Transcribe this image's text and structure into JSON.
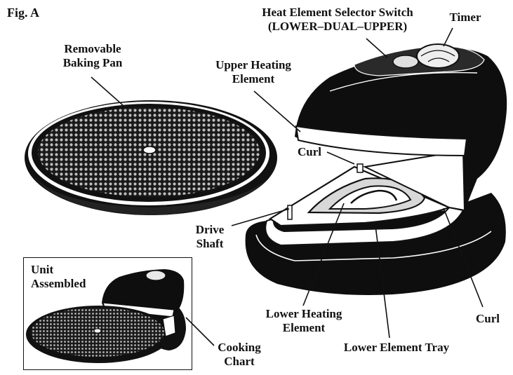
{
  "figure": {
    "title": "Fig. A"
  },
  "labels": {
    "heat_selector_line1": "Heat Element Selector Switch",
    "heat_selector_line2": "(LOWER–DUAL–UPPER)",
    "timer": "Timer",
    "removable_pan_line1": "Removable",
    "removable_pan_line2": "Baking Pan",
    "upper_heating_line1": "Upper Heating",
    "upper_heating_line2": "Element",
    "curl_top": "Curl",
    "drive_shaft_line1": "Drive",
    "drive_shaft_line2": "Shaft",
    "lower_heating_line1": "Lower Heating",
    "lower_heating_line2": "Element",
    "curl_right": "Curl",
    "lower_tray": "Lower Element Tray",
    "cooking_chart_line1": "Cooking",
    "cooking_chart_line2": "Chart"
  },
  "inset": {
    "title_line1": "Unit",
    "title_line2": "Assembled"
  },
  "colors": {
    "ink": "#111111",
    "body": "#0e0e0e",
    "highlight": "#ffffff",
    "paper": "#ffffff"
  }
}
